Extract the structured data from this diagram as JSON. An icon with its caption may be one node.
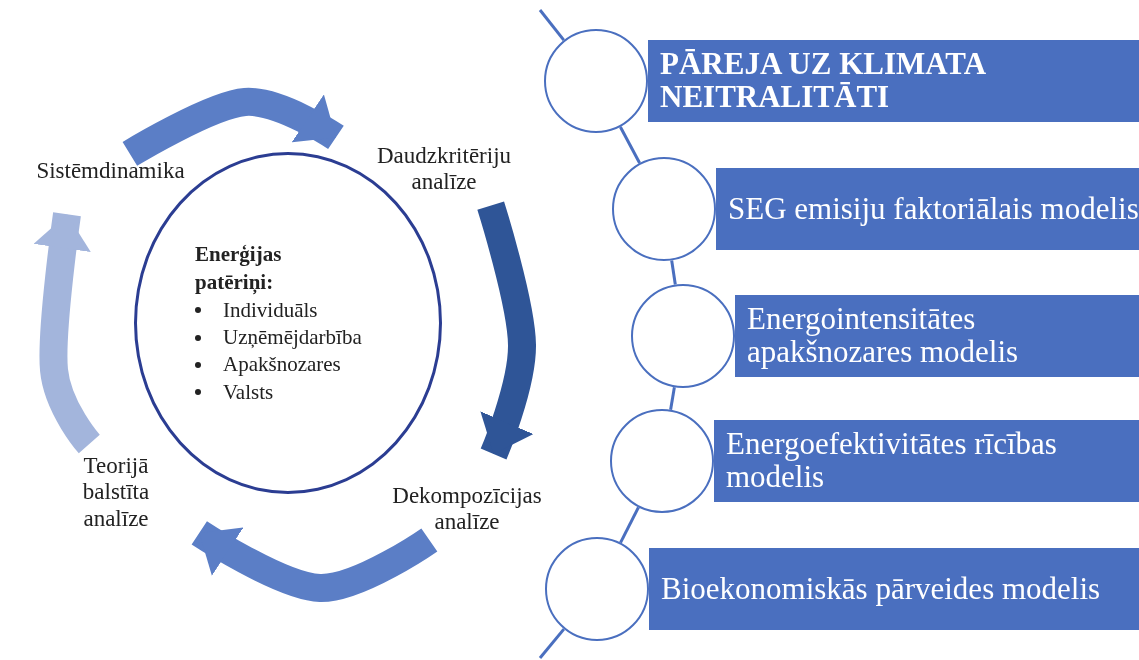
{
  "diagram": {
    "nodes": [
      {
        "text": [
          "Sistēmdinamika"
        ]
      },
      {
        "text": [
          "Daudzkritēriju analīze"
        ]
      },
      {
        "text": [
          "Dekompozīcijas analīze"
        ]
      },
      {
        "text": [
          "Teorijā balstīta analīze"
        ]
      },
      {
        "text": [
          "Enerģijas patēriņi:",
          "Individuāls",
          "Uzņēmējdarbība",
          "Apakšnozares",
          "Valsts"
        ]
      },
      {
        "text": [
          "PĀREJA UZ KLIMATA NEITRALITĀTI"
        ]
      },
      {
        "text": [
          "SEG emisiju faktoriālais modelis"
        ]
      },
      {
        "text": [
          "Energointensitātes apakšnozares modelis"
        ]
      },
      {
        "text": [
          "Energoefektivitātes rīcības modelis"
        ]
      },
      {
        "text": [
          "Bioekonomiskās pārveides modelis"
        ]
      },
      {
        "text": [],
        "shape": "circle"
      },
      {
        "text": [],
        "shape": "circle"
      },
      {
        "text": [],
        "shape": "circle"
      },
      {
        "text": [],
        "shape": "circle"
      },
      {
        "text": [],
        "shape": "circle"
      }
    ],
    "edges": [
      {
        "from": 0,
        "to": 1,
        "arrow": "to",
        "style": "thick",
        "color": "#5b7ec6"
      },
      {
        "from": 1,
        "to": 2,
        "arrow": "to",
        "style": "thick",
        "color": "#2f5597"
      },
      {
        "from": 2,
        "to": 3,
        "arrow": "to",
        "style": "thick",
        "color": "#5b7ec6"
      },
      {
        "from": 3,
        "to": 0,
        "arrow": "to",
        "style": "thick",
        "color": "#a3b5dc"
      },
      {
        "from": null,
        "to": 10,
        "arrow": "none"
      },
      {
        "from": 10,
        "to": 11,
        "arrow": "none"
      },
      {
        "from": 11,
        "to": 12,
        "arrow": "none"
      },
      {
        "from": 12,
        "to": 13,
        "arrow": "none"
      },
      {
        "from": 13,
        "to": 14,
        "arrow": "none"
      },
      {
        "from": 14,
        "to": null,
        "arrow": "none"
      }
    ]
  }
}
